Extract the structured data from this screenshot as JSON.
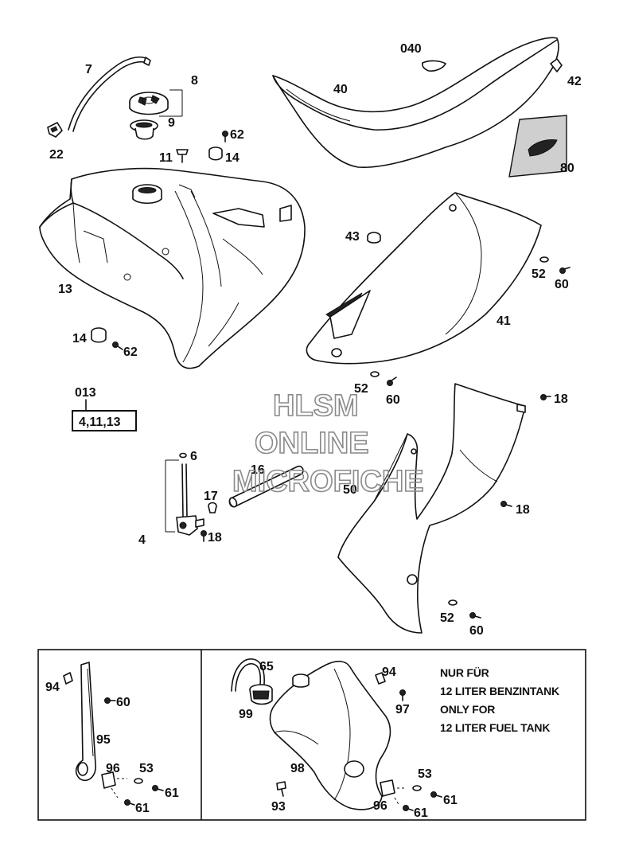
{
  "watermark": {
    "line1": "HLSM",
    "line2": "ONLINE",
    "line3": "MICROFICHE"
  },
  "kit": {
    "number": "013",
    "contents": "4,11,13"
  },
  "note": {
    "de_line1": "NUR FÜR",
    "de_line2": "12 LITER BENZINTANK",
    "en_line1": "ONLY FOR",
    "en_line2": "12 LITER FUEL TANK"
  },
  "callouts": {
    "c7": "7",
    "c8": "8",
    "c9": "9",
    "c22": "22",
    "c040": "040",
    "c40": "40",
    "c42": "42",
    "c80": "80",
    "c62a": "62",
    "c11": "11",
    "c14a": "14",
    "c13": "13",
    "c14b": "14",
    "c62b": "62",
    "c43": "43",
    "c52a": "52",
    "c60a": "60",
    "c41": "41",
    "c52b": "52",
    "c60b": "60",
    "c18a": "18",
    "c6": "6",
    "c16": "16",
    "c17": "17",
    "c4": "4",
    "c18b": "18",
    "c50": "50",
    "c18c": "18",
    "c52c": "52",
    "c60c": "60",
    "c94a": "94",
    "c60d": "60",
    "c95": "95",
    "c96a": "96",
    "c53a": "53",
    "c61a": "61",
    "c61b": "61",
    "c65": "65",
    "c99": "99",
    "c98": "98",
    "c93": "93",
    "c94b": "94",
    "c97": "97",
    "c53b": "53",
    "c61c": "61",
    "c96b": "96",
    "c61d": "61"
  }
}
